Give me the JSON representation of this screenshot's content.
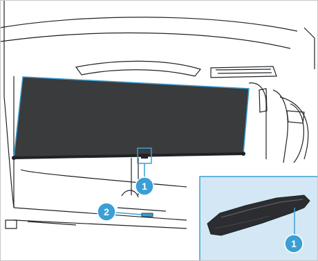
{
  "diagram": {
    "callouts": [
      {
        "id": "callout-1-main",
        "number": "1"
      },
      {
        "id": "callout-2",
        "number": "2"
      },
      {
        "id": "callout-1-inset",
        "number": "1"
      }
    ]
  },
  "colors": {
    "background": "#ffffff",
    "line": "#1f2327",
    "blind_fill": "#3a3b3d",
    "accent_blue": "#3a9fd4",
    "inset_bg": "#d3e8f4",
    "callout_fill": "#3a9fd4",
    "callout_text": "#ffffff"
  }
}
